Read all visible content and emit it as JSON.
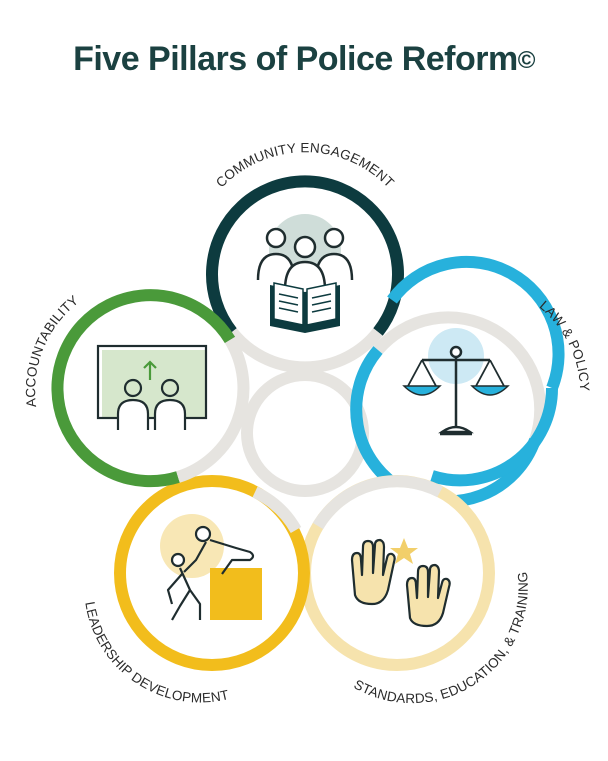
{
  "title": "Five Pillars of Police Reform",
  "title_symbol": "©",
  "pillars": [
    {
      "label": "COMMUNITY ENGAGEMENT",
      "color": "#0d3b3f",
      "icon": "people-reading-book-icon"
    },
    {
      "label": "LAW & POLICY",
      "color": "#27b1dc",
      "icon": "scales-of-justice-icon"
    },
    {
      "label": "STANDARDS, EDUCATION, & TRAINING",
      "color": "#f6e3ad",
      "icon": "raised-hands-star-icon"
    },
    {
      "label": "LEADERSHIP DEVELOPMENT",
      "color": "#f2bd1c",
      "icon": "person-helping-climb-icon"
    },
    {
      "label": "ACCOUNTABILITY",
      "color": "#4a9a3a",
      "icon": "two-people-presentation-board-icon"
    }
  ],
  "connector_color": "#e6e4e0"
}
